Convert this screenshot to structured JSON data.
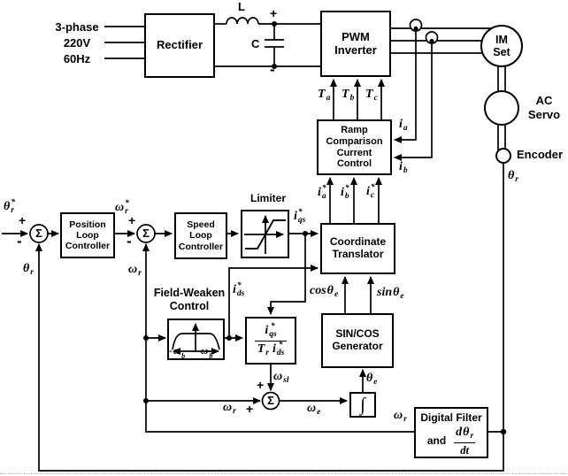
{
  "diagram": {
    "source": {
      "l1": "3-phase",
      "l2": "220V",
      "l3": "60Hz"
    },
    "dc": {
      "L": "L",
      "C": "C"
    },
    "rectifier": "Rectifier",
    "pwm": {
      "l1": "PWM",
      "l2": "Inverter"
    },
    "rccc": {
      "l1": "Ramp",
      "l2": "Comparison",
      "l3": "Current",
      "l4": "Control"
    },
    "ct": {
      "l1": "Coordinate",
      "l2": "Translator"
    },
    "plc": {
      "l1": "Position",
      "l2": "Loop",
      "l3": "Controller"
    },
    "slc": {
      "l1": "Speed",
      "l2": "Loop",
      "l3": "Controller"
    },
    "limiter": {
      "title": "Limiter"
    },
    "fw": {
      "t1": "Field-Weaken",
      "t2": "Control"
    },
    "sincos": {
      "l1": "SIN/COS",
      "l2": "Generator"
    },
    "df": {
      "l1": "Digital Filter",
      "and": "and"
    },
    "im": {
      "l1": "IM",
      "l2": "Set"
    },
    "servo": {
      "l1": "AC",
      "l2": "Servo"
    },
    "encoder": "Encoder",
    "sum": "Σ",
    "integral": "∫",
    "plus": "+",
    "minus": "-"
  },
  "math": {
    "theta_ref": {
      "base": "θ",
      "sup": "*",
      "sub": "r"
    },
    "omega_ref": {
      "base": "ω",
      "sup": "*",
      "sub": "r"
    },
    "theta_r": {
      "base": "θ",
      "sub": "r"
    },
    "omega_r": {
      "base": "ω",
      "sub": "r"
    },
    "omega_e": {
      "base": "ω",
      "sub": "e"
    },
    "omega_sl": {
      "base": "ω",
      "sub": "sl"
    },
    "theta_e": {
      "base": "θ",
      "sub": "e"
    },
    "iqs": {
      "base": "i",
      "sup": "*",
      "sub": "qs"
    },
    "ids": {
      "base": "i",
      "sup": "*",
      "sub": "ds"
    },
    "ia_ref": {
      "base": "i",
      "sup": "*",
      "sub": "a"
    },
    "ib_ref": {
      "base": "i",
      "sup": "*",
      "sub": "b"
    },
    "ic_ref": {
      "base": "i",
      "sup": "*",
      "sub": "c"
    },
    "ia": {
      "base": "i",
      "sub": "a"
    },
    "ib": {
      "base": "i",
      "sub": "b"
    },
    "Ta": {
      "base": "T",
      "sub": "a"
    },
    "Tb": {
      "base": "T",
      "sub": "b"
    },
    "Tc": {
      "base": "T",
      "sub": "c"
    },
    "Tr": {
      "base": "T",
      "sub": "r"
    },
    "cos_e": {
      "pre": "cos",
      "base": "θ",
      "sub": "e"
    },
    "sin_e": {
      "pre": "sin",
      "base": "θ",
      "sub": "e"
    },
    "neg_omega_b": {
      "pre": "-",
      "base": "ω",
      "sub": "b"
    },
    "omega_b": {
      "base": "ω",
      "sub": "b"
    },
    "df_num": {
      "pre": "d",
      "base": "θ",
      "sub": "r"
    },
    "df_den": "dt"
  }
}
